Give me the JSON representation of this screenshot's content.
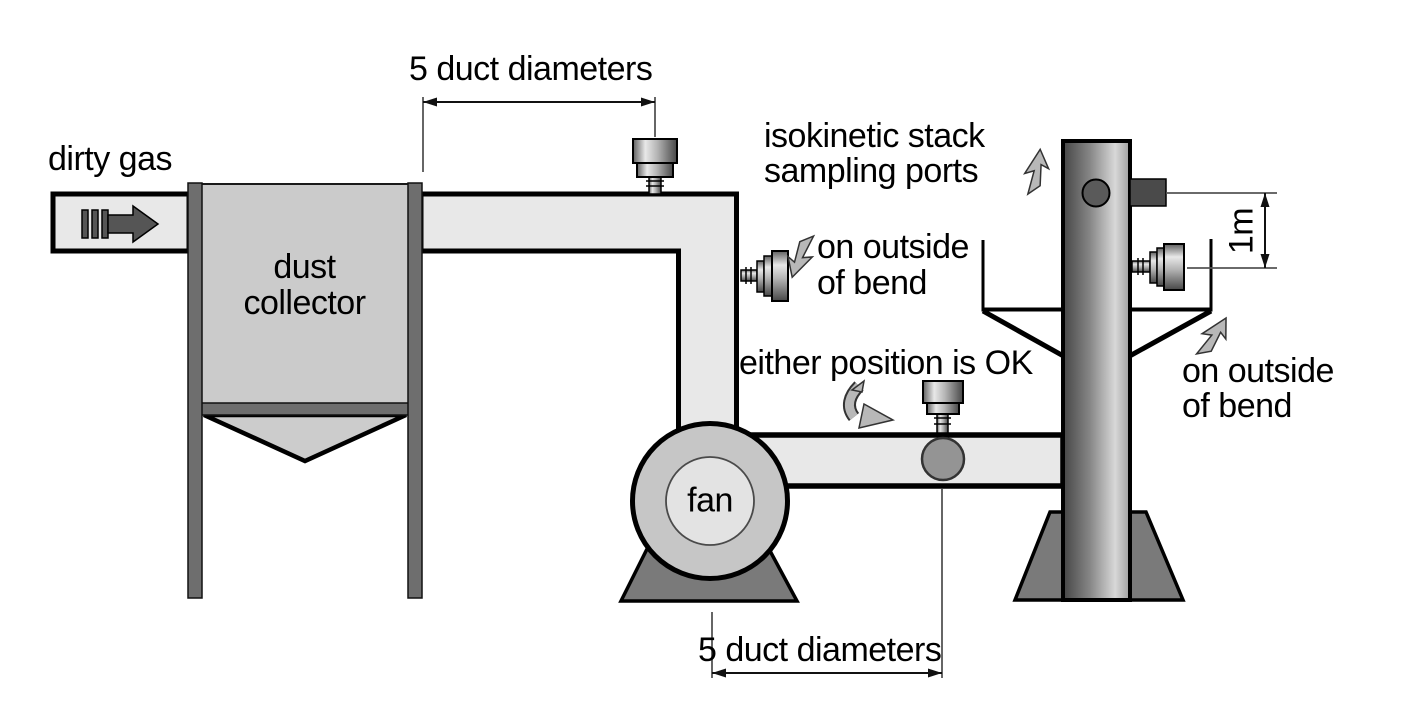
{
  "background": "#ffffff",
  "colors": {
    "background": "#ffffff",
    "line": "#000000",
    "ext_line": "#555555",
    "dim_line": "#111111",
    "duct_fill": "#e8e8e8",
    "collector_fill": "#cbcbcb",
    "hopper_fill": "#cccccc",
    "frame": "#6e6e6e",
    "pedestal": "#7a7a7a",
    "fan_ring": "#c6c6c6",
    "fan_hub": "#e3e3e3",
    "port_hole": "#949494",
    "stack_hole": "#5a5a5a",
    "port_block": "#4a4a4a",
    "gas_arrow": "#555555",
    "pointer_fill": "#b8b8b8",
    "pointer_edge": "#333333",
    "text": "#000000"
  },
  "labels": {
    "dirty_gas": "dirty gas",
    "dust_line1": "dust",
    "dust_line2": "collector",
    "fan": "fan",
    "dim_top": "5 duct diameters",
    "dim_bottom": "5 duct diameters",
    "iso_line1": "isokinetic stack",
    "iso_line2": "sampling ports",
    "bend_left_line1": "on outside",
    "bend_left_line2": "of bend",
    "bend_right_line1": "on outside",
    "bend_right_line2": "of bend",
    "either": "either position is OK",
    "one_m": "1m"
  },
  "dimensions": {
    "top_span": "5 duct diameters",
    "bottom_span": "5 duct diameters",
    "port_spacing": "1m"
  }
}
